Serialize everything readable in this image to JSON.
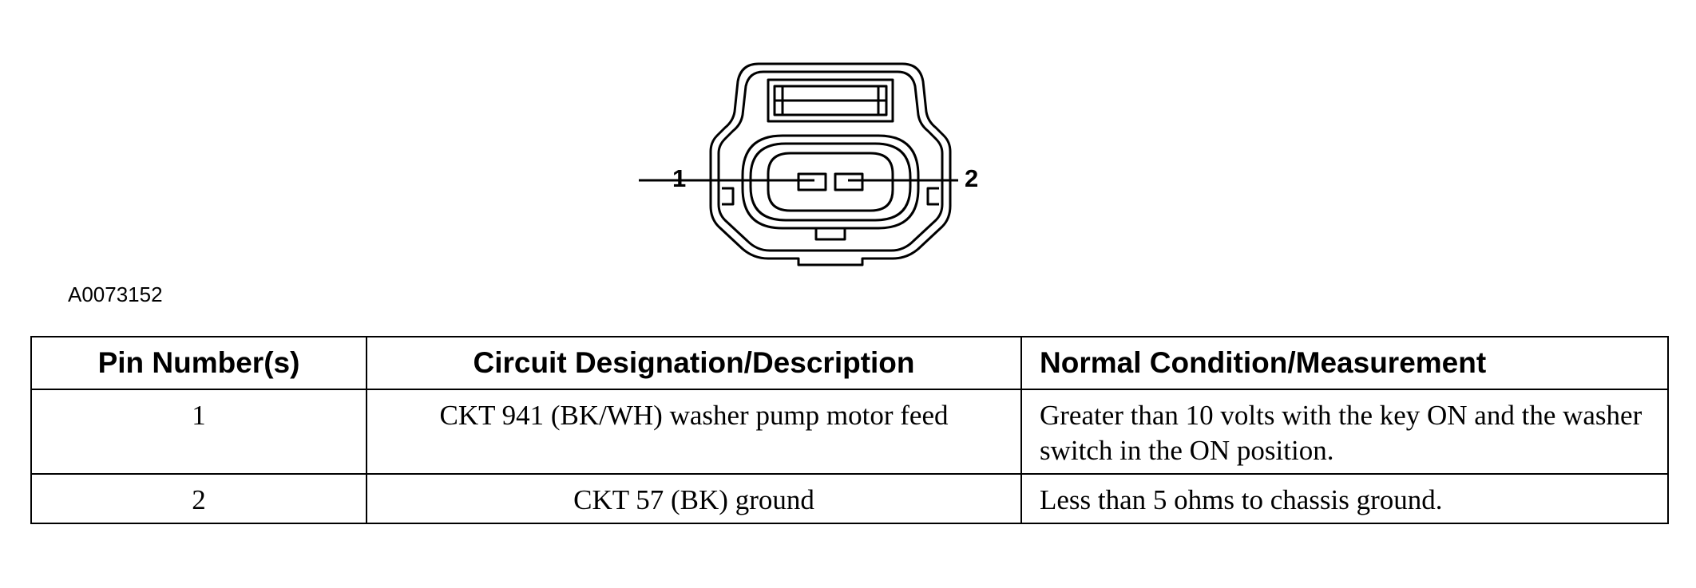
{
  "figure": {
    "id": "A0073152",
    "pin_labels": [
      "1",
      "2"
    ]
  },
  "table": {
    "headers": {
      "pin": "Pin Number(s)",
      "circuit": "Circuit Designation/Description",
      "normal": "Normal Condition/Measurement"
    },
    "rows": [
      {
        "pin": "1",
        "circuit": "CKT 941 (BK/WH) washer pump motor feed",
        "normal": "Greater than 10 volts with the key ON and the washer switch in the ON position."
      },
      {
        "pin": "2",
        "circuit": "CKT 57 (BK) ground",
        "normal": "Less than 5 ohms to chassis ground."
      }
    ]
  }
}
